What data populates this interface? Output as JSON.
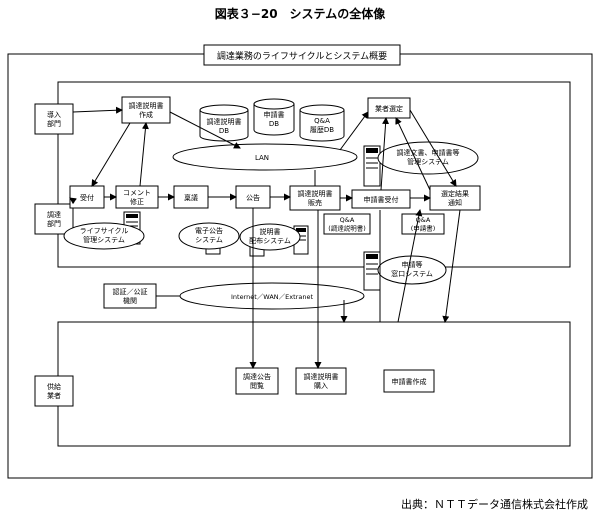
{
  "figure_title": "図表３−20　システムの全体像",
  "frame_title": "調達業務のライフサイクルとシステム概要",
  "actors": {
    "intro": "導入\n部門",
    "procure": "調達\n部門",
    "auth": "認証／公証\n機関",
    "vendor": "供給\n業者"
  },
  "process": {
    "spec_create": "調達説明書\n作成",
    "vendor_select": "業者選定",
    "accept": "受付",
    "comment": "コメント\n修正",
    "approve": "稟議",
    "publish": "公告",
    "spec_sell": "調達説明書\n販売",
    "app_accept": "申請書受付",
    "result": "選定結果\n通知"
  },
  "databases": {
    "spec_db": "調達説明書\nDB",
    "app_db": "申請書\nDB",
    "qa_db": "Q&A\n履歴DB"
  },
  "networks": {
    "lan": "LAN",
    "internet": "Internet／WAN／Extranet"
  },
  "systems": {
    "lifecycle": "ライフサイクル\n管理システム",
    "e_notice": "電子公告\nシステム",
    "spec_dist": "説明書\n配布システム",
    "doc_mgmt": "調達文書、申請書等\n管理システム",
    "app_window": "申請等\n窓口システム"
  },
  "qa": {
    "qa_spec": "Q&A\n(調達説明書)",
    "qa_app": "Q&A\n(申請書)"
  },
  "vendor_actions": {
    "view": "調達公告\n閲覧",
    "buy": "調達説明書\n購入",
    "app_create": "申請書作成"
  },
  "source": "出典：ＮＴＴデータ通信株式会社作成"
}
